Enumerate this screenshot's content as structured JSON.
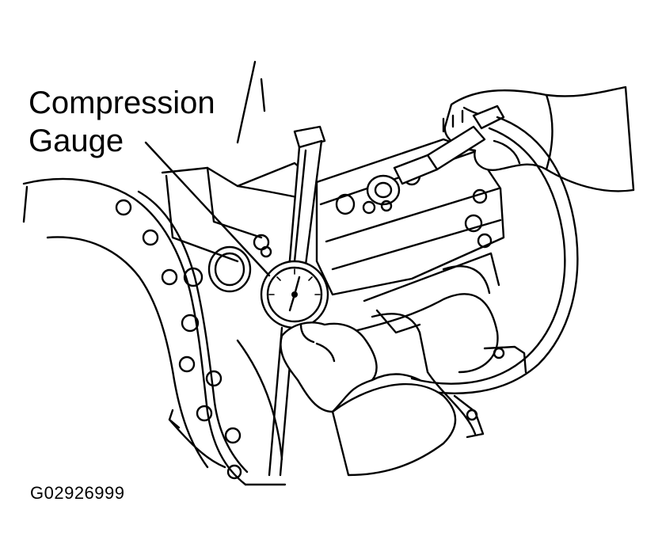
{
  "callout": {
    "line1": "Compression",
    "line2": "Gauge"
  },
  "figure_id": "G02926999"
}
